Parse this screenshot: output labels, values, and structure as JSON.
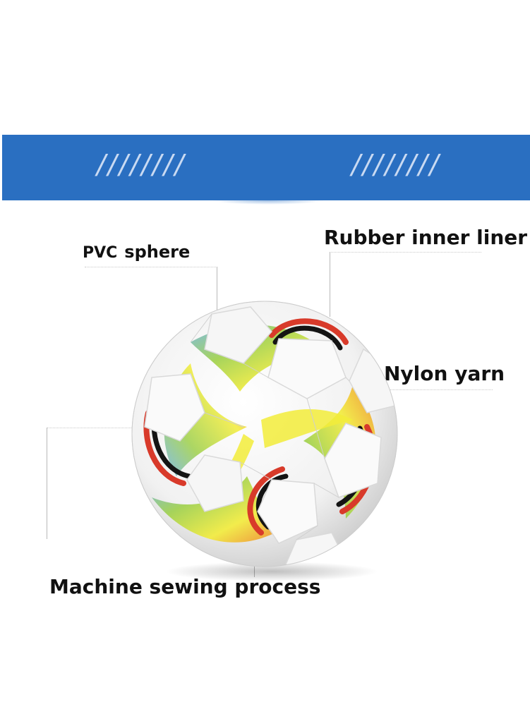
{
  "banner": {
    "left_decoration": "////////",
    "right_decoration": "////////",
    "color": "#2a6fc1"
  },
  "labels": {
    "pvc_prefix": "PVC",
    "pvc_suffix": "sphere",
    "rubber_liner": "Rubber inner liner",
    "nylon_yarn": "Nylon yarn",
    "machine_sewing": "Machine sewing process"
  },
  "ball": {
    "icon": "soccer-ball-illustration",
    "colors": {
      "base": "#f4f4f4",
      "yellow": "#f2ec3a",
      "green": "#9ed04a",
      "blue": "#6fb4e6",
      "orange": "#f08a2a",
      "red": "#d83a2a",
      "black": "#141414"
    }
  }
}
